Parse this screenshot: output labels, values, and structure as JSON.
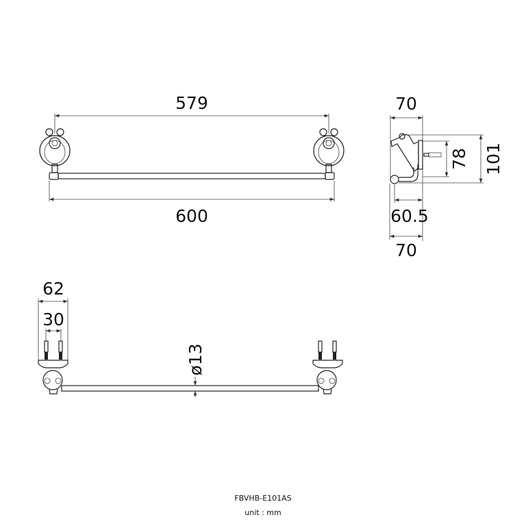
{
  "front_view": {
    "dim_top": "579",
    "dim_bottom": "600"
  },
  "side_view": {
    "dim_top": "70",
    "dim_inner_height": "78",
    "dim_total_height": "101",
    "dim_projection": "60.5",
    "dim_bottom": "70"
  },
  "top_view": {
    "dim_plate_width": "62",
    "dim_pin_spacing": "30",
    "dim_bar_diameter": "ø13"
  },
  "caption": {
    "model": "FBVHB-E101AS",
    "unit": "unit : mm"
  }
}
